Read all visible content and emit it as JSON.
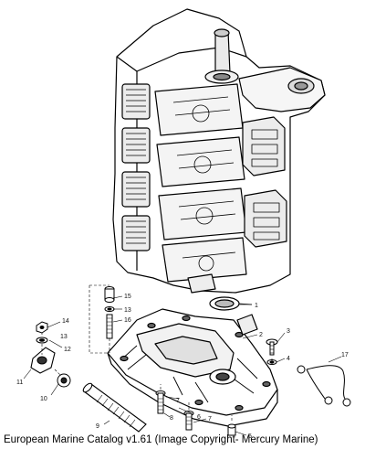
{
  "caption": "European Marine Catalog v1.61 (Image Copyright- Mercury Marine)",
  "callouts": [
    {
      "id": "1",
      "text": "1"
    },
    {
      "id": "2",
      "text": "2"
    },
    {
      "id": "3",
      "text": "3"
    },
    {
      "id": "4",
      "text": "4"
    },
    {
      "id": "5",
      "text": "5"
    },
    {
      "id": "6",
      "text": "6"
    },
    {
      "id": "7a",
      "text": "7"
    },
    {
      "id": "7b",
      "text": "7"
    },
    {
      "id": "8",
      "text": "8"
    },
    {
      "id": "9",
      "text": "9"
    },
    {
      "id": "10",
      "text": "10"
    },
    {
      "id": "11",
      "text": "11"
    },
    {
      "id": "12",
      "text": "12"
    },
    {
      "id": "13a",
      "text": "13"
    },
    {
      "id": "13b",
      "text": "13"
    },
    {
      "id": "14",
      "text": "14"
    },
    {
      "id": "15",
      "text": "15"
    },
    {
      "id": "16",
      "text": "16"
    },
    {
      "id": "17",
      "text": "17"
    }
  ]
}
